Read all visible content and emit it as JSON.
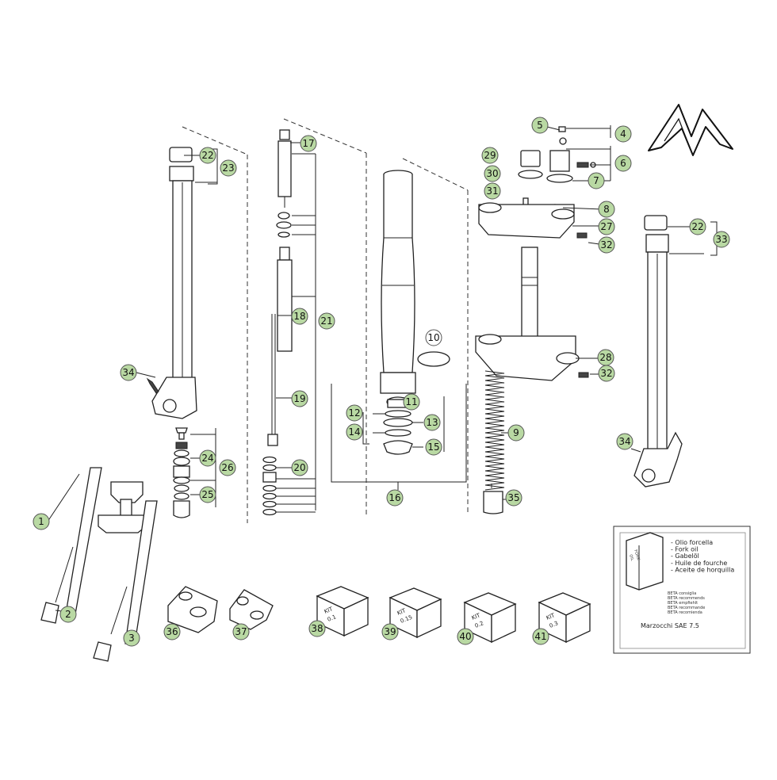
{
  "colors": {
    "badge_fill": "#b9d9a3",
    "badge_outline_fill": "#ffffff",
    "stroke": "#222222"
  },
  "parts": [
    {
      "id": "p1",
      "label": "1",
      "style": "filled"
    },
    {
      "id": "p2",
      "label": "2",
      "style": "filled"
    },
    {
      "id": "p3",
      "label": "3",
      "style": "filled"
    },
    {
      "id": "p4",
      "label": "4",
      "style": "filled"
    },
    {
      "id": "p5",
      "label": "5",
      "style": "filled"
    },
    {
      "id": "p6",
      "label": "6",
      "style": "filled"
    },
    {
      "id": "p7",
      "label": "7",
      "style": "filled"
    },
    {
      "id": "p8",
      "label": "8",
      "style": "filled"
    },
    {
      "id": "p9",
      "label": "9",
      "style": "filled"
    },
    {
      "id": "p10",
      "label": "10",
      "style": "outline"
    },
    {
      "id": "p11",
      "label": "11",
      "style": "filled"
    },
    {
      "id": "p12",
      "label": "12",
      "style": "filled"
    },
    {
      "id": "p13",
      "label": "13",
      "style": "filled"
    },
    {
      "id": "p14",
      "label": "14",
      "style": "filled"
    },
    {
      "id": "p15",
      "label": "15",
      "style": "filled"
    },
    {
      "id": "p16",
      "label": "16",
      "style": "filled"
    },
    {
      "id": "p17",
      "label": "17",
      "style": "filled"
    },
    {
      "id": "p18",
      "label": "18",
      "style": "filled"
    },
    {
      "id": "p19",
      "label": "19",
      "style": "filled"
    },
    {
      "id": "p20",
      "label": "20",
      "style": "filled"
    },
    {
      "id": "p21",
      "label": "21",
      "style": "filled"
    },
    {
      "id": "p22a",
      "label": "22",
      "style": "filled"
    },
    {
      "id": "p22b",
      "label": "22",
      "style": "filled"
    },
    {
      "id": "p23",
      "label": "23",
      "style": "filled"
    },
    {
      "id": "p24",
      "label": "24",
      "style": "filled"
    },
    {
      "id": "p25",
      "label": "25",
      "style": "filled"
    },
    {
      "id": "p26",
      "label": "26",
      "style": "filled"
    },
    {
      "id": "p27",
      "label": "27",
      "style": "filled"
    },
    {
      "id": "p28",
      "label": "28",
      "style": "filled"
    },
    {
      "id": "p29",
      "label": "29",
      "style": "filled"
    },
    {
      "id": "p30",
      "label": "30",
      "style": "filled"
    },
    {
      "id": "p31",
      "label": "31",
      "style": "filled"
    },
    {
      "id": "p32a",
      "label": "32",
      "style": "filled"
    },
    {
      "id": "p32b",
      "label": "32",
      "style": "filled"
    },
    {
      "id": "p33",
      "label": "33",
      "style": "filled"
    },
    {
      "id": "p34a",
      "label": "34",
      "style": "filled"
    },
    {
      "id": "p34b",
      "label": "34",
      "style": "filled"
    },
    {
      "id": "p35",
      "label": "35",
      "style": "filled"
    },
    {
      "id": "p36",
      "label": "36",
      "style": "filled"
    },
    {
      "id": "p37",
      "label": "37",
      "style": "filled"
    },
    {
      "id": "p38",
      "label": "38",
      "style": "filled"
    },
    {
      "id": "p39",
      "label": "39",
      "style": "filled"
    },
    {
      "id": "p40",
      "label": "40",
      "style": "filled"
    },
    {
      "id": "p41",
      "label": "41",
      "style": "filled"
    }
  ],
  "kits": [
    {
      "line1": "KIT",
      "line2": "0.1"
    },
    {
      "line1": "KIT",
      "line2": "0.15"
    },
    {
      "line1": "KIT",
      "line2": "0.2"
    },
    {
      "line1": "KIT",
      "line2": "0.3"
    }
  ],
  "oil_box": {
    "can_label_1": "FORK",
    "can_label_2": "OIL",
    "lines": [
      "- Olio forcella",
      "- Fork oil",
      "- Gabelöl",
      "- Huile de fourche",
      "- Aceite de horquilla"
    ],
    "recommend": [
      "BETA consiglia",
      "BETA recommends",
      "BETA empfiehlt",
      "BETA recommande",
      "BETA recomienda"
    ],
    "product": "Marzocchi SAE 7.5"
  },
  "logo": {
    "name": "marzocchi-m-logo"
  }
}
